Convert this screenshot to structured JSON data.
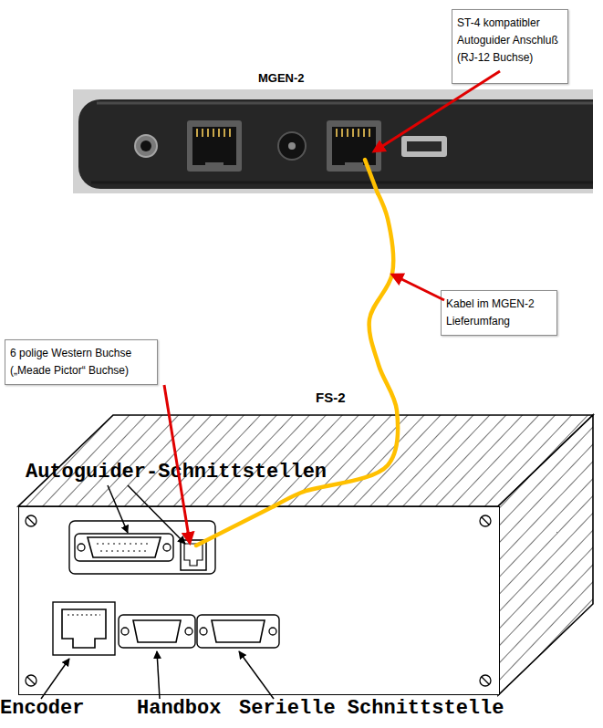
{
  "diagram": {
    "nodes": [
      {
        "text": [
          "ST-4 kompatibler Autoguider Anschluß (RJ-12 Buchse)"
        ]
      },
      {
        "text": [
          "MGEN-2"
        ]
      },
      {
        "text": [
          "Kabel im MGEN-2 Lieferumfang"
        ]
      },
      {
        "text": [
          "6 polige Western Buchse („Meade Pictor“ Buchse)"
        ]
      },
      {
        "text": [
          "FS-2"
        ]
      }
    ],
    "edges": [
      {
        "from": 1,
        "to": 4,
        "arrow": "none"
      }
    ],
    "labels": [
      "Autoguider-Schnittstellen",
      "Encoder",
      "Handbox",
      "Serielle Schnittstelle"
    ]
  }
}
